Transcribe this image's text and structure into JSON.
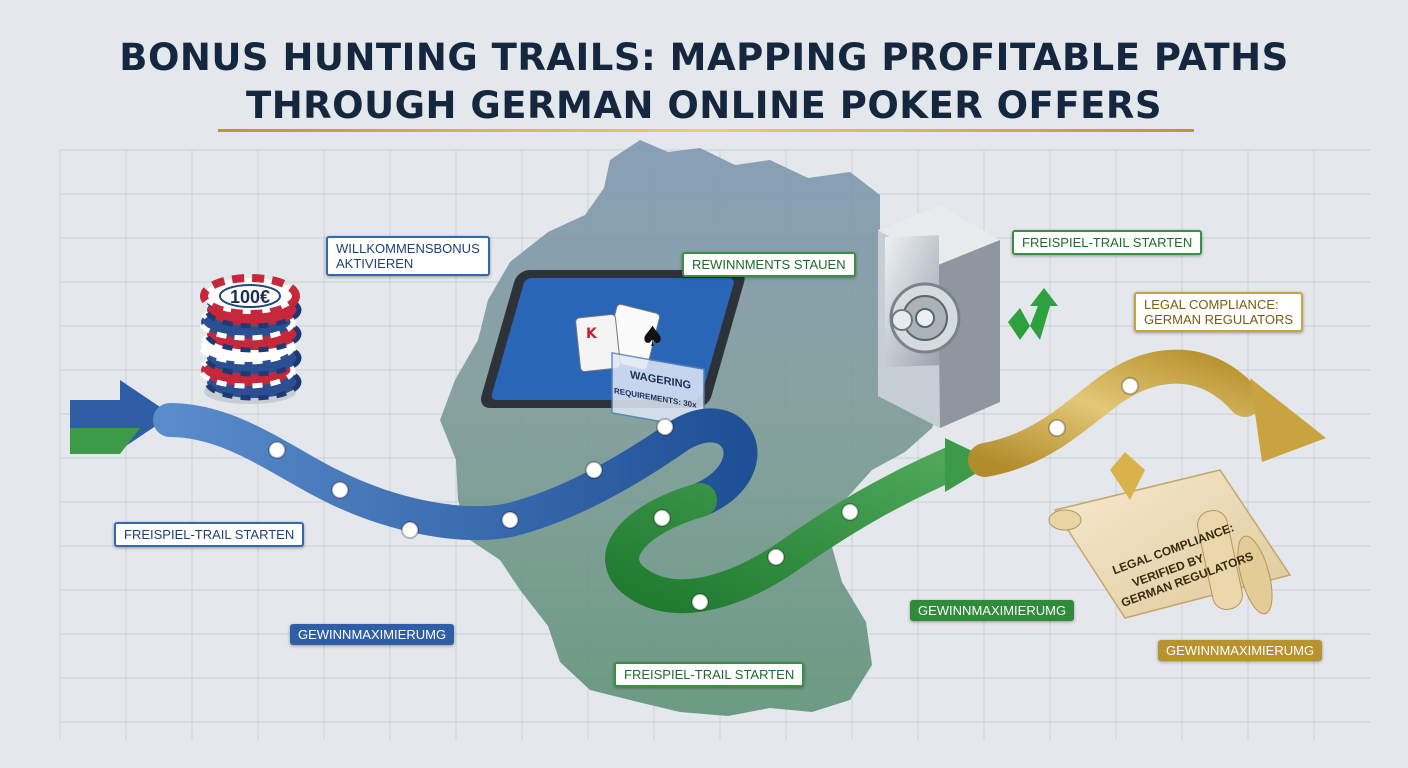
{
  "title": {
    "line1": "BONUS HUNTING TRAILS: MAPPING PROFITABLE PATHS",
    "line2": "THROUGH GERMAN ONLINE POKER OFFERS"
  },
  "chip_stack": {
    "label": "100€"
  },
  "tablet": {
    "overlay_lines": [
      "WAGERING",
      "REQUIREMENTS: 30x"
    ]
  },
  "scroll": {
    "lines": [
      "LEGAL COMPLIANCE:",
      "VERIFIED BY",
      "GERMAN REGULATORS"
    ]
  },
  "labels": {
    "willkommensbonus": {
      "lines": [
        "WILLKOMMENSBONUS",
        "AKTIVIEREN"
      ]
    },
    "gewinnments": "REWINNMENTS STAUEN",
    "freispiel_top": "FREISPIEL-TRAIL STARTEN",
    "legal": {
      "lines": [
        "LEGAL COMPLIANCE:",
        "GERMAN REGULATORS"
      ]
    },
    "freispiel_left": "FREISPIEL-TRAIL STARTEN",
    "gewinn_blue": "GEWINNMAXIMIERUMG",
    "freispiel_bottom": "FREISPIEL-TRAIL STARTEN",
    "gewinn_green": "GEWINNMAXIMIERUMG",
    "gewinn_gold": "GEWINNMAXIMIERUMG"
  },
  "colors": {
    "title": "#15263f",
    "blue_trail": "#2f5ea6",
    "green_trail": "#2f8a3a",
    "gold_trail": "#c9a340",
    "map_blue": "#6f8aa6",
    "map_green": "#6f9a86"
  }
}
